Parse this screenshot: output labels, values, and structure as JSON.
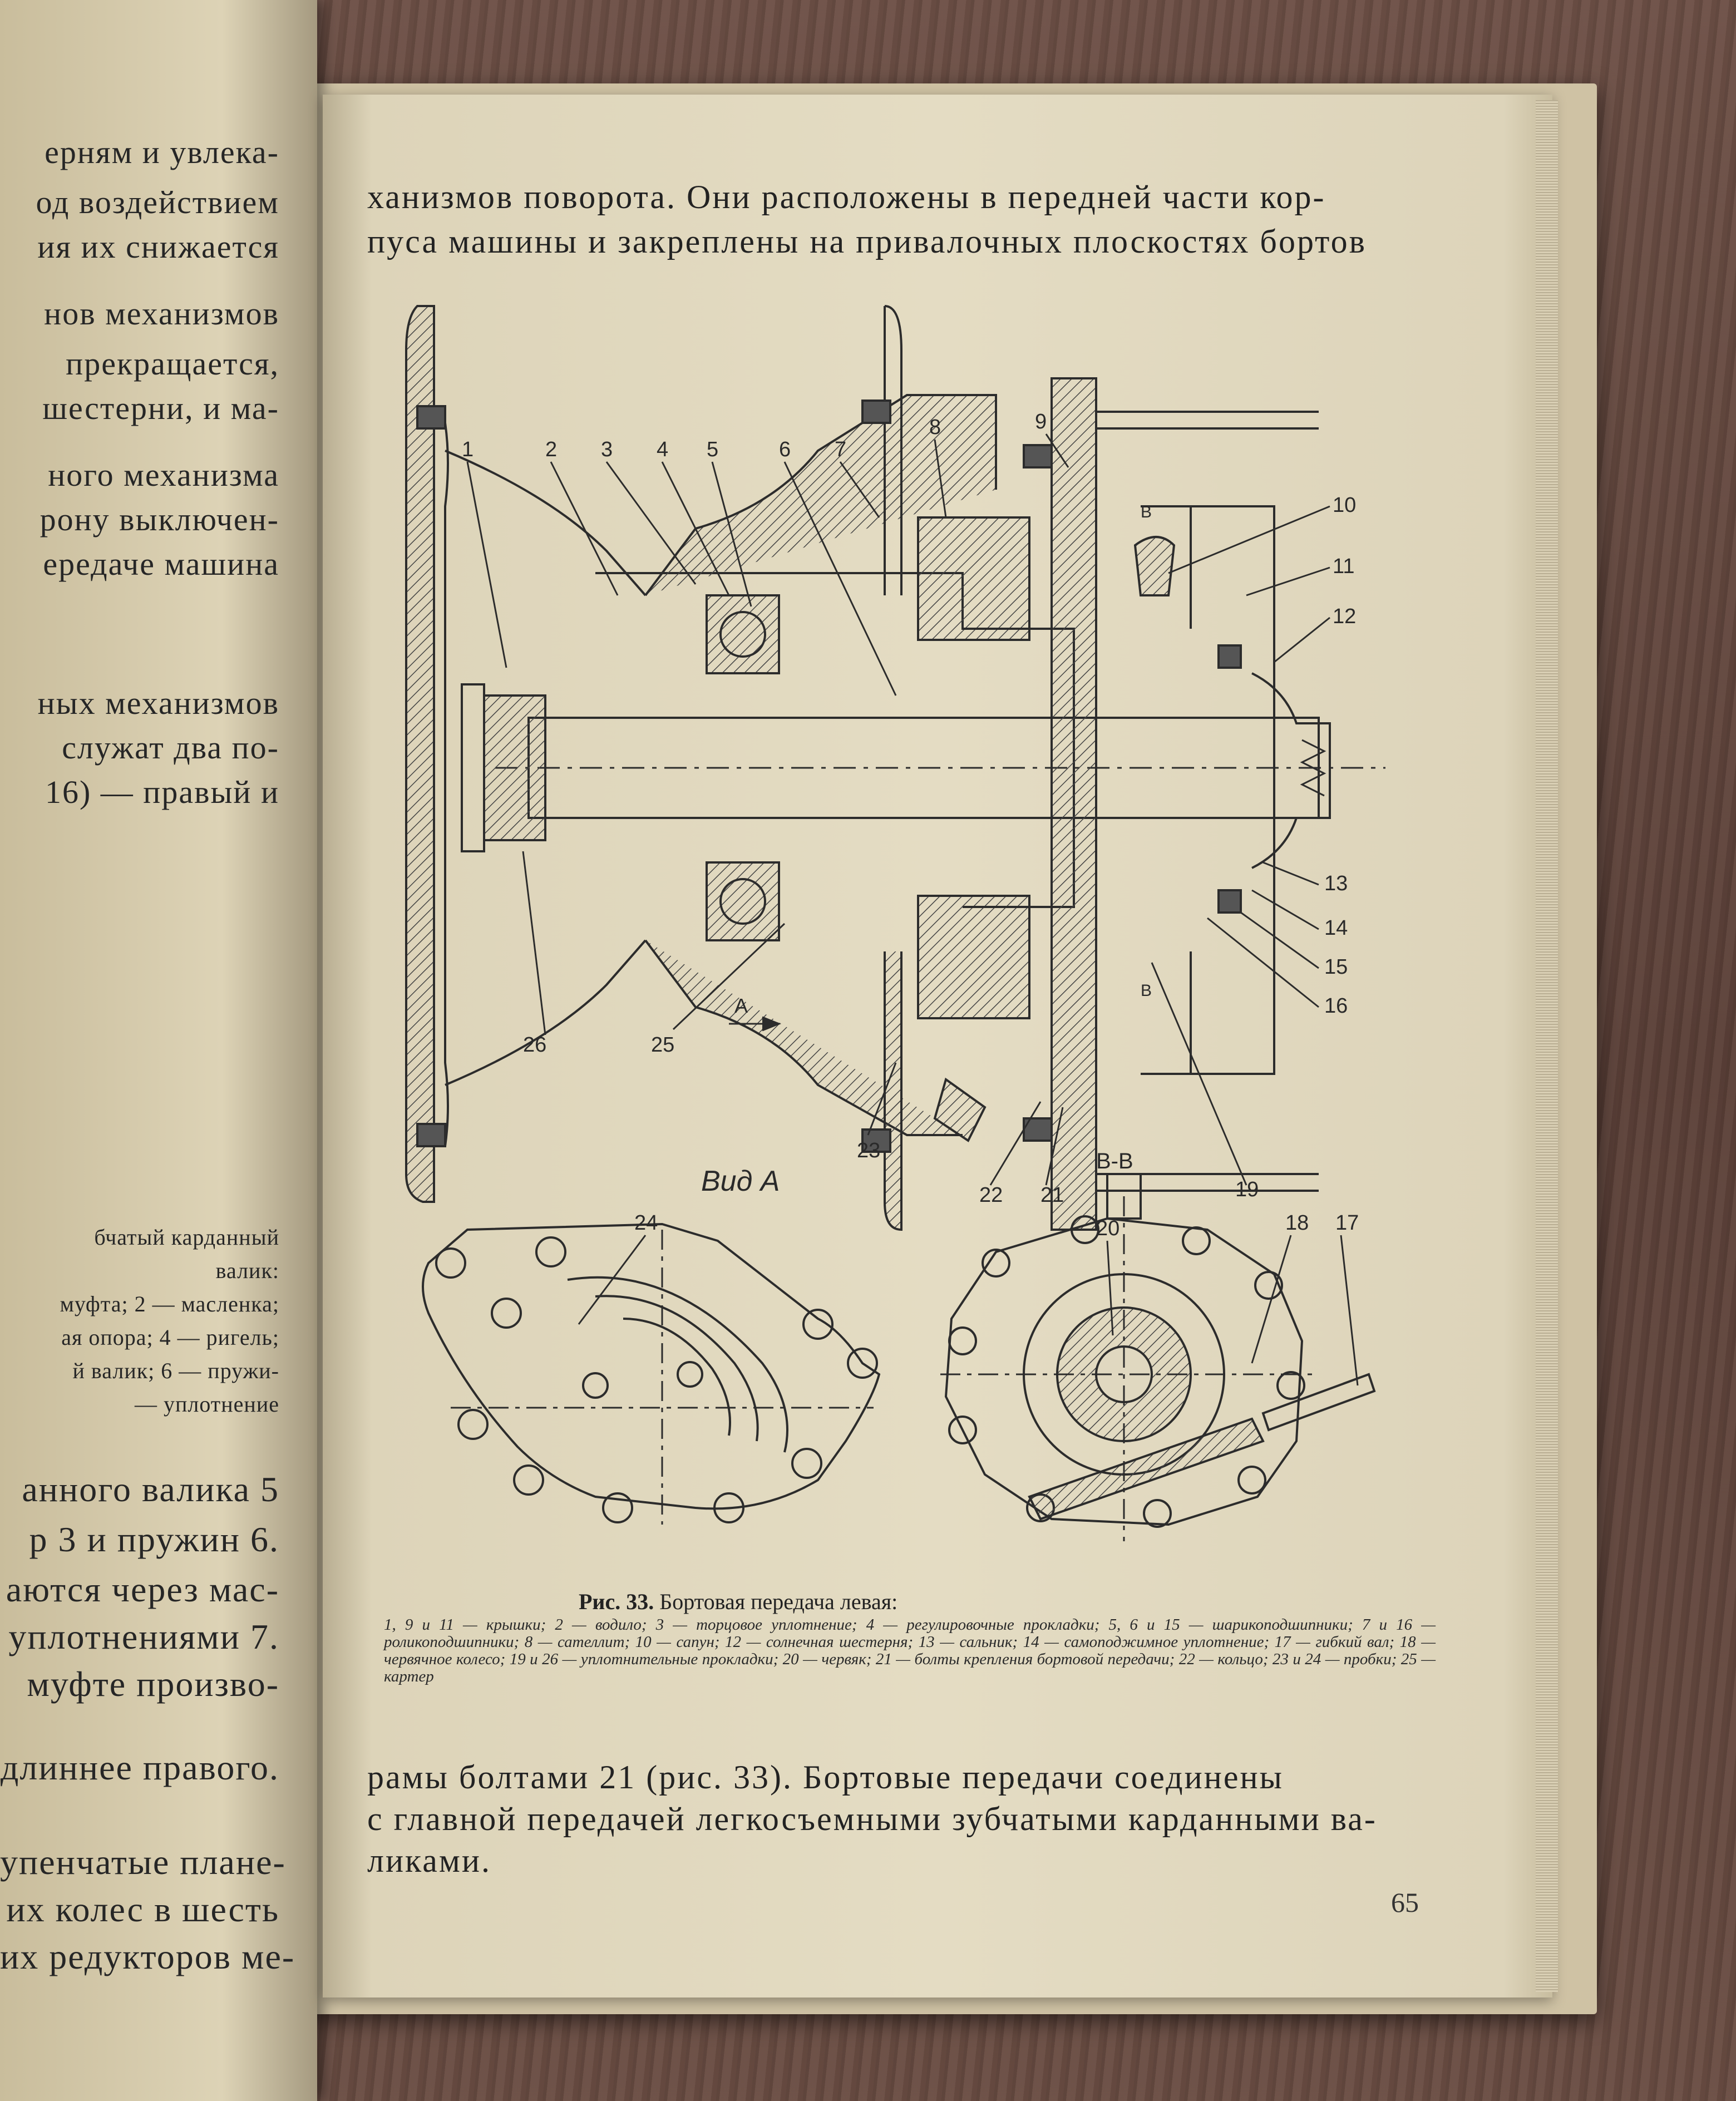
{
  "left_page": {
    "lines": [
      "ерням и увлека-",
      "од воздействием",
      "ия их снижается",
      "нов механизмов",
      "прекращается,",
      "шестерни, и ма-",
      "ного механизма",
      "рону выключен-",
      "ередаче машина",
      "ных механизмов",
      "служат два по-",
      "16) — правый и",
      "бчатый карданный",
      "валик:",
      "муфта; 2 — масленка;",
      "ая опора; 4 — ригель;",
      "й валик; 6 — пружи-",
      "— уплотнение",
      "анного валика 5",
      "р 3 и пружин 6.",
      "аются через мас-",
      "уплотнениями 7.",
      "муфте произво-",
      "длиннее правого.",
      "упенчатые плане-",
      "их колес в шесть",
      "их редукторов ме-"
    ]
  },
  "right_page": {
    "intro_line_1": "ханизмов поворота. Они расположены в передней части кор-",
    "intro_line_2": "пуса машины и закреплены на привалочных плоскостях бортов",
    "figure": {
      "callouts": [
        "1",
        "2",
        "3",
        "4",
        "5",
        "6",
        "7",
        "8",
        "9",
        "10",
        "11",
        "12",
        "13",
        "14",
        "15",
        "16",
        "17",
        "18",
        "19",
        "20",
        "21",
        "22",
        "23",
        "24",
        "25",
        "26"
      ],
      "view_a_label": "Вид А",
      "section_label": "В-В",
      "arrow_label": "А",
      "section_mark": "В"
    },
    "caption": {
      "figure_label": "Рис. 33.",
      "figure_title": "Бортовая передача левая:",
      "legend": "1, 9 и 11 — крышки; 2 — водило; 3 — торцовое уплотнение; 4 — регулировочные прокладки; 5, 6 и 15 — шарикоподшипники; 7 и 16 — роликоподшипники; 8 — сателлит; 10 — сапун; 12 — солнечная шестерня; 13 — сальник; 14 — самоподжимное уплотнение; 17 — гибкий вал; 18 — червячное колесо; 19 и 26 — уплотнительные прокладки; 20 — червяк; 21 — болты крепления бортовой передачи; 22 — кольцо; 23 и 24 — пробки; 25 — картер"
    },
    "outro_line_1": "рамы болтами 21 (рис. 33). Бортовые передачи соединены",
    "outro_line_2": "с главной передачей легкосъемными зубчатыми карданными ва-",
    "outro_line_3": "ликами.",
    "page_number": "65"
  }
}
